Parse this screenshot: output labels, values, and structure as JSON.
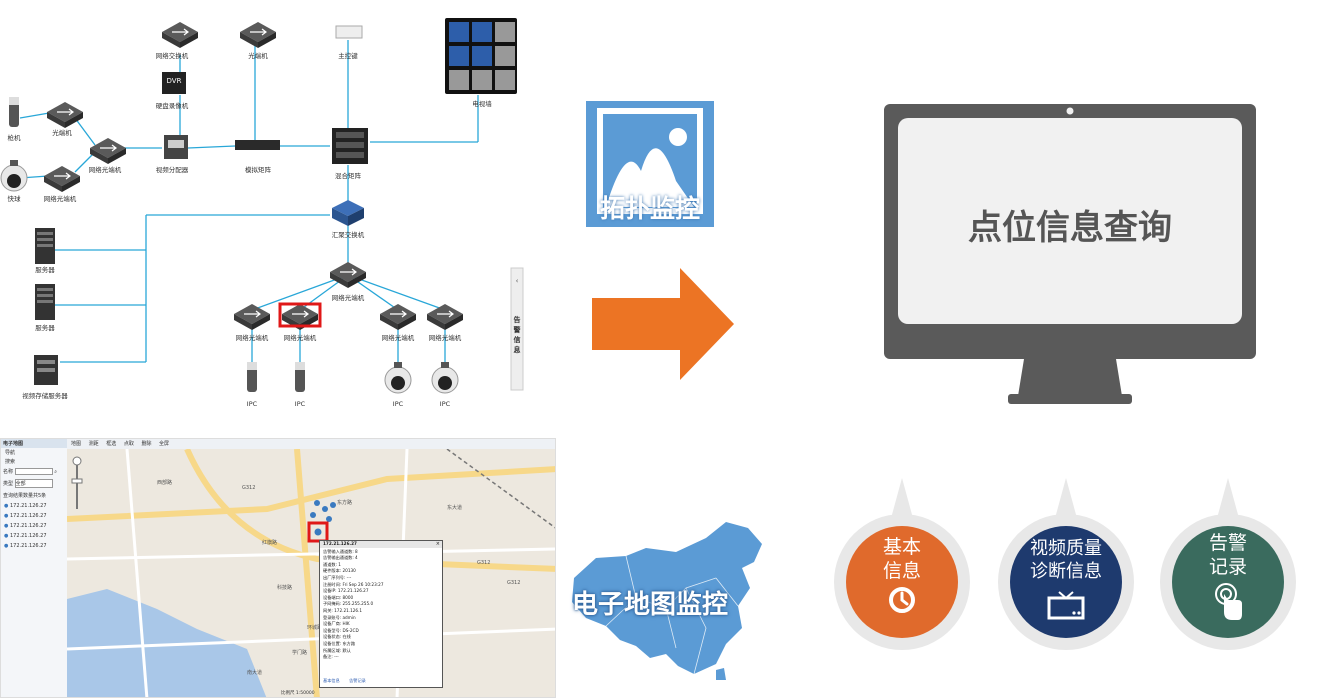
{
  "topology": {
    "labels": {
      "switch_top": "网络交换机",
      "dvr": "硬盘录像机",
      "optical_top": "光端机",
      "keyboard": "主控键",
      "tvwall": "电视墙",
      "gun": "枪机",
      "ball": "快球",
      "optical_left": "光端机",
      "net_optical_a": "网络光端机",
      "net_optical_b": "网络光端机",
      "splitter": "视频分配器",
      "analog_matrix": "模拟矩阵",
      "hybrid_matrix": "混合矩阵",
      "agg_switch": "汇聚交换机",
      "server1": "服务器",
      "server2": "服务器",
      "storage": "视频存储服务器",
      "net_optical_c": "网络光端机",
      "leaf1": "网络光端机",
      "leaf2": "网络光端机",
      "leaf3": "网络光端机",
      "leaf4": "网络光端机",
      "ipc1": "IPC",
      "ipc2": "IPC",
      "ipc3": "IPC",
      "ipc4": "IPC",
      "alarm_panel": "告警信息"
    }
  },
  "badge_topology": {
    "title": "拓扑监控",
    "color": "#5b9bd5"
  },
  "arrow": {
    "color": "#ec7424"
  },
  "monitor": {
    "text": "点位信息查询"
  },
  "map_screenshot": {
    "sidebar_title": "电子地图",
    "sidebar_items": [
      "导航",
      "搜索"
    ],
    "search_label": "名称",
    "type_label": "类型",
    "type_value": "全部",
    "result_title": "查询结果数量共5条",
    "results": [
      "172.21.126.27",
      "172.21.126.27",
      "172.21.126.27",
      "172.21.126.27",
      "172.21.126.27"
    ],
    "toolbar": [
      "地图",
      "测距",
      "框选",
      "点取",
      "删除",
      "全屏"
    ],
    "roads": [
      "G312",
      "东方路",
      "G312",
      "红旗路",
      "科技路",
      "东大道",
      "西部路",
      "环城路",
      "南大道",
      "学门路",
      "G312"
    ],
    "popup_title": "172.21.126.27",
    "popup_lines": [
      "告警输入通道数: 8",
      "告警输出通道数: 4",
      "通道数: 1",
      "硬件版本: 20130",
      "出厂序列号: ---",
      "注册时间: Fri Sep 26 10:23:27",
      "设备IP: 172.21.126.27",
      "设备端口: 8000",
      "子网掩码: 255.255.255.0",
      "网关: 172.21.126.1",
      "登录账号: admin",
      "设备厂商: HIK",
      "设备型号: DS-2CD",
      "设备状态: 在线",
      "设备位置: 东方路",
      "所属区域: 默认",
      "备注: ---"
    ],
    "popup_links": [
      "基本信息",
      "告警记录"
    ],
    "status_bar": "比例尺 1:50000"
  },
  "badge_map": {
    "title": "电子地图监控",
    "color": "#5b9bd5"
  },
  "circles": [
    {
      "lines": [
        "基本",
        "信息"
      ],
      "color": "#e06a2c",
      "icon": "clock-icon"
    },
    {
      "lines": [
        "视频质量",
        "诊断信息"
      ],
      "color": "#1e3a6e",
      "icon": "tv-icon"
    },
    {
      "lines": [
        "告警",
        "记录"
      ],
      "color": "#3a6b5e",
      "icon": "touch-icon"
    }
  ]
}
